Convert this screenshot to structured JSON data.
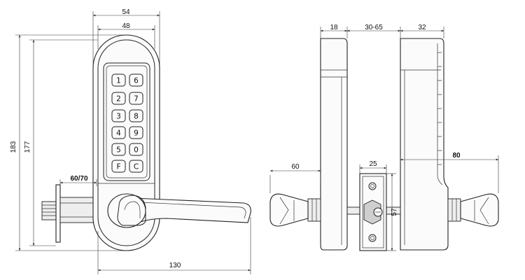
{
  "front_view": {
    "dim_width_outer": "54",
    "dim_width_inner": "48",
    "dim_height_total": "183",
    "dim_height_body": "177",
    "dim_door_thickness": "60/70",
    "dim_lever_length": "130",
    "keys": [
      [
        "1",
        "6"
      ],
      [
        "2",
        "7"
      ],
      [
        "3",
        "8"
      ],
      [
        "4",
        "9"
      ],
      [
        "5",
        "0"
      ],
      [
        "F",
        "C"
      ]
    ]
  },
  "side_view": {
    "dim_outer_thickness": "18",
    "dim_door_range": "30-65",
    "dim_inner_thickness": "32",
    "dim_lever_left": "60",
    "dim_lever_right": "80",
    "dim_latch_width": "25",
    "dim_latch_height": "57"
  }
}
